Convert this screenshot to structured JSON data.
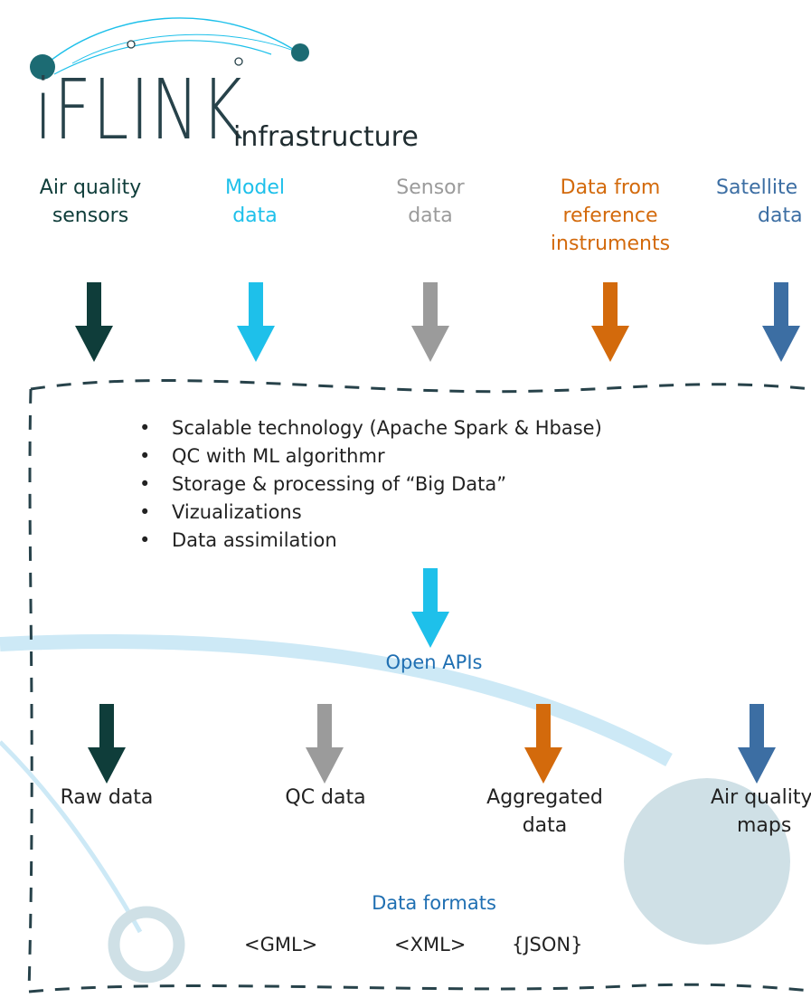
{
  "logo": {
    "brand": "iFLINK",
    "subtitle": "infrastructure"
  },
  "colors": {
    "dark_teal": "#0f3d3a",
    "light_blue": "#1ec0ea",
    "gray": "#9b9b9b",
    "orange": "#d36a0c",
    "steel_blue": "#3c6ea3",
    "link_blue": "#1f6fb2",
    "border_dash": "#27424a",
    "deco_circle": "#cfe0e6"
  },
  "sources": [
    {
      "label": "Air quality sensors",
      "lines": [
        "Air quality",
        "sensors"
      ],
      "color": "#0f3d3a"
    },
    {
      "label": "Model data",
      "lines": [
        "Model",
        "data"
      ],
      "color": "#1ec0ea"
    },
    {
      "label": "Sensor data",
      "lines": [
        "Sensor",
        "data"
      ],
      "color": "#9b9b9b"
    },
    {
      "label": "Data from reference instruments",
      "lines": [
        "Data from",
        "reference",
        "instruments"
      ],
      "color": "#d36a0c"
    },
    {
      "label": "Satellite data",
      "lines": [
        "Satellite",
        "data"
      ],
      "color": "#3c6ea3"
    }
  ],
  "features": [
    "Scalable technology (Apache Spark & Hbase)",
    "QC with ML algorithmr",
    "Storage & processing of “Big Data”",
    "Vizualizations",
    "Data assimilation"
  ],
  "api_label": "Open APIs",
  "outputs": [
    {
      "lines": [
        "Raw data"
      ],
      "color": "#0f3d3a"
    },
    {
      "lines": [
        "QC data"
      ],
      "color": "#9b9b9b"
    },
    {
      "lines": [
        "Aggregated",
        "data"
      ],
      "color": "#d36a0c"
    },
    {
      "lines": [
        "Air quality",
        "maps"
      ],
      "color": "#3c6ea3"
    }
  ],
  "formats_title": "Data formats",
  "formats": [
    "<GML>",
    "<XML>",
    "{JSON}"
  ]
}
